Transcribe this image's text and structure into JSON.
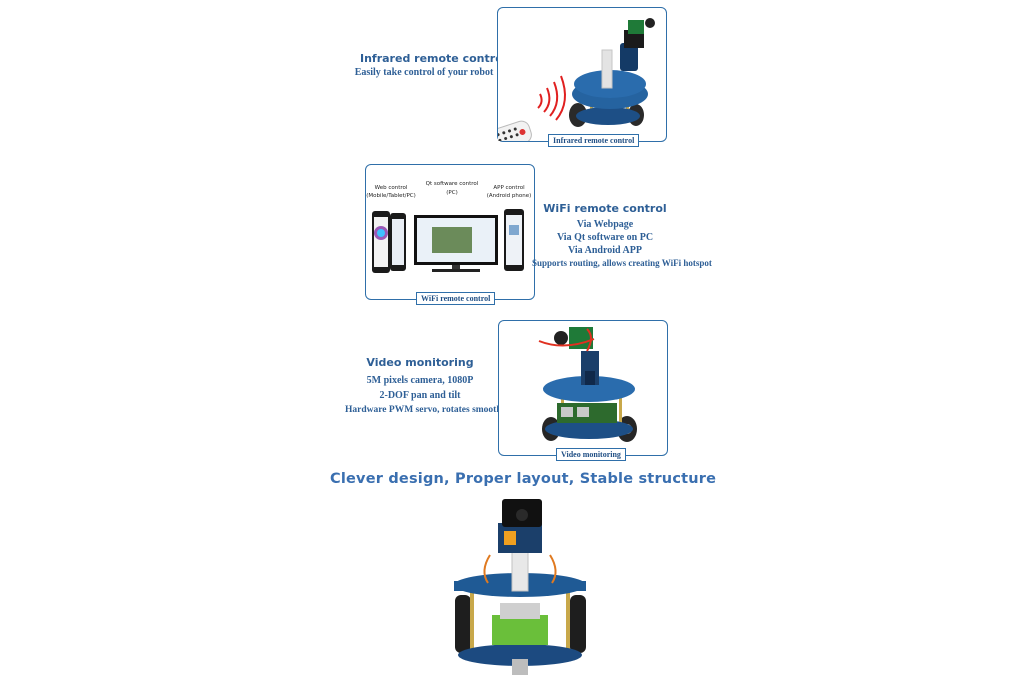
{
  "infrared": {
    "heading": "Infrared remote control",
    "subtitle": "Easily take control of your robot",
    "tag": "Infrared remote control"
  },
  "wifi": {
    "heading": "WiFi remote control",
    "lines": [
      "Via Webpage",
      "Via Qt software on PC",
      "Via Android APP",
      "Supports routing, allows creating WiFi hotspot"
    ],
    "tag": "WiFi remote control",
    "web_label": "Web control",
    "web_sub": "(Mobile/Tablet/PC)",
    "qt_label": "Qt software control",
    "qt_sub": "(PC)",
    "app_label": "APP control",
    "app_sub": "(Android phone)"
  },
  "video": {
    "heading": "Video monitoring",
    "lines": [
      "5M pixels camera, 1080P",
      "2-DOF pan and tilt",
      "Hardware PWM servo, rotates smoothly"
    ],
    "tag": "Video monitoring"
  },
  "design": {
    "headline": "Clever design, Proper layout, Stable structure"
  },
  "colors": {
    "accent": "#2e5f96",
    "panel_border": "#2f6fa9",
    "robot_blue": "#1f5a95",
    "board_green": "#6abf3a"
  }
}
